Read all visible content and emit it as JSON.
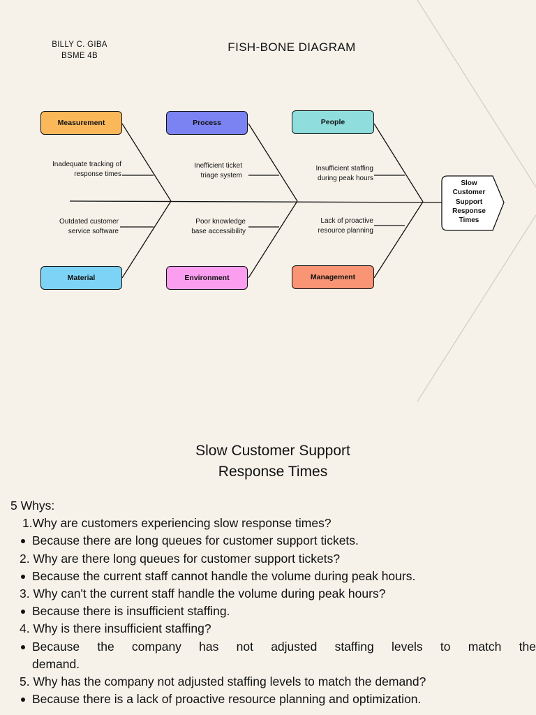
{
  "author": {
    "name": "BILLY C. GIBA",
    "section": "BSME 4B"
  },
  "diagram_title": "FISH-BONE DIAGRAM",
  "categories": {
    "measurement": {
      "label": "Measurement",
      "color": "#fbb85a"
    },
    "process": {
      "label": "Process",
      "color": "#7b83f2"
    },
    "people": {
      "label": "People",
      "color": "#8fdedd"
    },
    "material": {
      "label": "Material",
      "color": "#7dd3f5"
    },
    "environment": {
      "label": "Environment",
      "color": "#fb9ef0"
    },
    "management": {
      "label": "Management",
      "color": "#f99475"
    }
  },
  "causes": {
    "measurement": [
      "Inadequate tracking of",
      "response times"
    ],
    "process": [
      "Inefficient ticket",
      "triage system"
    ],
    "people": [
      "Insufficient staffing",
      "during peak hours"
    ],
    "material": [
      "Outdated customer",
      "service software"
    ],
    "environment": [
      "Poor knowledge",
      "base accessibility"
    ],
    "management": [
      "Lack of proactive",
      "resource planning"
    ]
  },
  "problem_head": [
    "Slow",
    "Customer",
    "Support",
    "Response",
    "Times"
  ],
  "problem_title": [
    "Slow Customer Support",
    "Response Times"
  ],
  "whys_heading": "5 Whys:",
  "whys": [
    {
      "q": "1.Why are customers experiencing slow response times?",
      "a": "Because there are long queues for customer support tickets."
    },
    {
      "q": "2. Why are there long queues for customer support tickets?",
      "a": "Because the current staff cannot handle the volume during peak hours."
    },
    {
      "q": "3. Why can't the current staff handle the volume during peak hours?",
      "a": "Because there is insufficient staffing."
    },
    {
      "q": "4. Why is there insufficient staffing?",
      "a": "Because the company has not adjusted staffing levels to match the",
      "a_cont": "demand."
    },
    {
      "q": "5. Why has the company not adjusted staffing levels to match the demand?",
      "a": "Because there is a lack of proactive resource planning and optimization."
    }
  ]
}
